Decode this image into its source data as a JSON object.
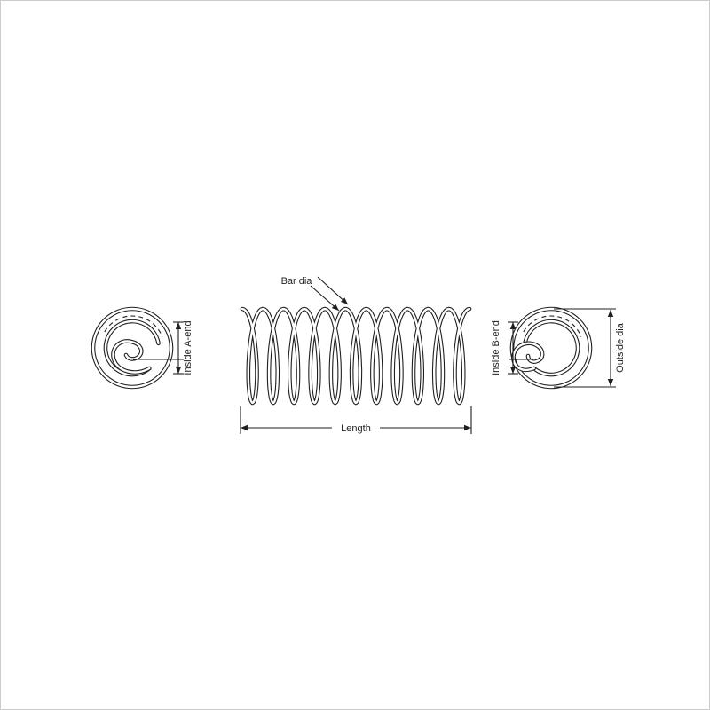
{
  "diagram": {
    "labels": {
      "bar_dia": "Bar dia",
      "length": "Length",
      "inside_a_end": "Inside A-end",
      "inside_b_end": "Inside B-end",
      "outside_dia": "Outside dia"
    },
    "colors": {
      "line": "#1f1f1f",
      "background": "#ffffff",
      "border": "#cccccc"
    }
  }
}
